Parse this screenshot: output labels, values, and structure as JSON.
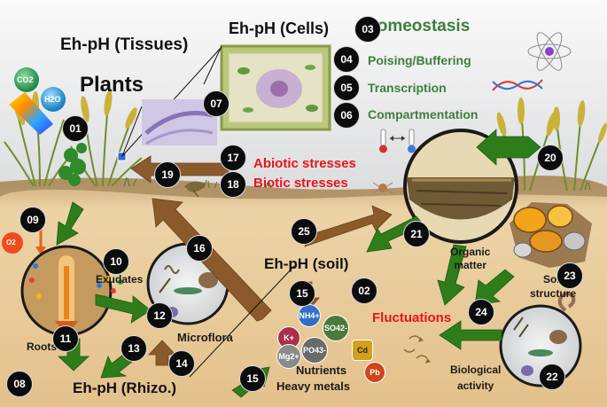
{
  "titles": {
    "tissues": "Eh-pH (Tissues)",
    "cells": "Eh-pH (Cells)",
    "plants": "Plants",
    "soil": "Eh-pH (soil)",
    "rhizo": "Eh-pH (Rhizo.)"
  },
  "cell_processes": {
    "homeostasis": "Homeostasis",
    "poising": "Poising/Buffering",
    "transcription": "Transcription",
    "compartmentation": "Compartmentation"
  },
  "stresses": {
    "abiotic": "Abiotic stresses",
    "biotic": "Biotic stresses"
  },
  "labels": {
    "exudates": "Exudates",
    "roots": "Roots",
    "microflora": "Microflora",
    "organic_matter": "Organic\nmatter",
    "soil_structure": "Soil\nstructure",
    "fluctuations": "Fluctuations",
    "biological_activity": "Biological\nactivity",
    "nutrients": "Nutrients",
    "heavy_metals": "Heavy metals"
  },
  "molecules": {
    "co2": "CO2",
    "h2o": "H2O",
    "o2": "O2"
  },
  "ions": {
    "nh4": "NH4+",
    "so4": "SO42-",
    "k": "K+",
    "mg": "Mg2+",
    "po4": "PO43-",
    "cd": "Cd",
    "pb": "Pb"
  },
  "badges": [
    "01",
    "02",
    "03",
    "04",
    "05",
    "06",
    "07",
    "08",
    "09",
    "10",
    "11",
    "12",
    "13",
    "14",
    "15",
    "15",
    "16",
    "17",
    "18",
    "19",
    "20",
    "21",
    "22",
    "23",
    "24",
    "25"
  ],
  "colors": {
    "green_arrow": "#2e7d1a",
    "brown_arrow": "#8b5a2b",
    "green_text": "#3d7f3a",
    "red_text": "#e8141b",
    "badge_fill": "#0c0c0c",
    "soil": "#e8c997",
    "sky": "#e9eaec"
  }
}
